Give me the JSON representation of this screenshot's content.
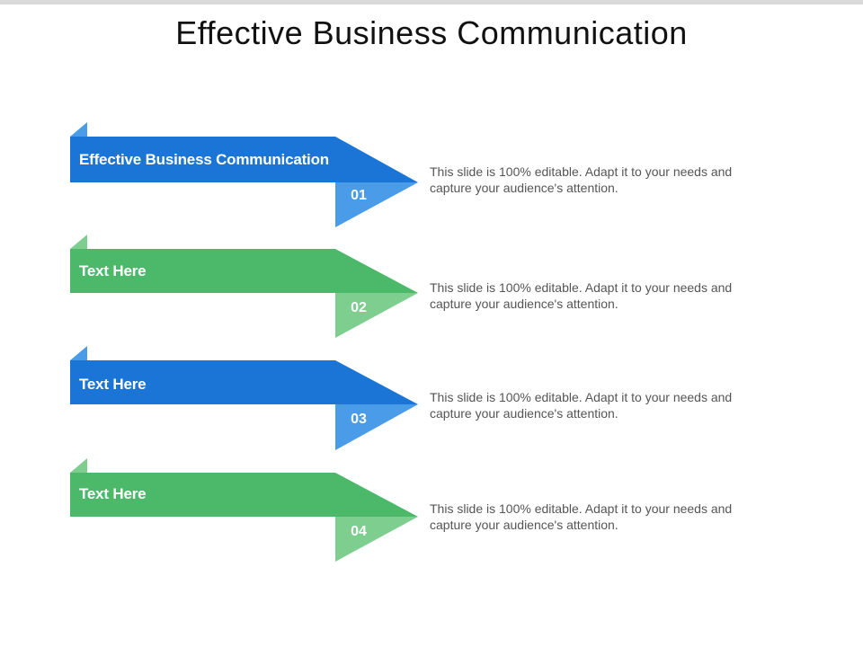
{
  "title": "Effective Business Communication",
  "colors": {
    "blue_dark": "#1a75d6",
    "blue_light": "#4a9ce8",
    "green_dark": "#4cb96a",
    "green_light": "#7dce8f",
    "text_gray": "#555555",
    "title_black": "#111111"
  },
  "steps": [
    {
      "label": "Effective Business Communication",
      "number": "01",
      "description": "This slide is 100% editable. Adapt it to your needs and capture your audience's attention.",
      "color_scheme": "blue"
    },
    {
      "label": "Text Here",
      "number": "02",
      "description": "This slide is 100% editable. Adapt it to your needs and capture your audience's attention.",
      "color_scheme": "green"
    },
    {
      "label": "Text Here",
      "number": "03",
      "description": "This slide is 100% editable. Adapt it to your needs and capture your audience's attention.",
      "color_scheme": "blue"
    },
    {
      "label": "Text Here",
      "number": "04",
      "description": "This slide is 100% editable. Adapt it to your needs and capture your audience's attention.",
      "color_scheme": "green"
    }
  ]
}
